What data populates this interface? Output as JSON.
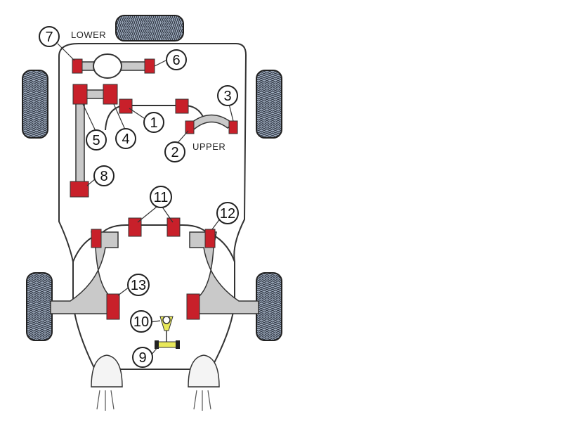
{
  "labels": {
    "lower": "LOWER",
    "upper": "UPPER"
  },
  "callouts": [
    "7",
    "6",
    "3",
    "1",
    "4",
    "5",
    "2",
    "8",
    "11",
    "12",
    "13",
    "10",
    "9"
  ],
  "colors": {
    "bush": "#c8202a",
    "bush_dark": "#8e1218",
    "outline": "#333333",
    "arm": "#c9c9c9",
    "tyre": "#9aa7b8",
    "tyre_dark": "#2a2a2a",
    "mount_highlight": "#e8e85a"
  }
}
